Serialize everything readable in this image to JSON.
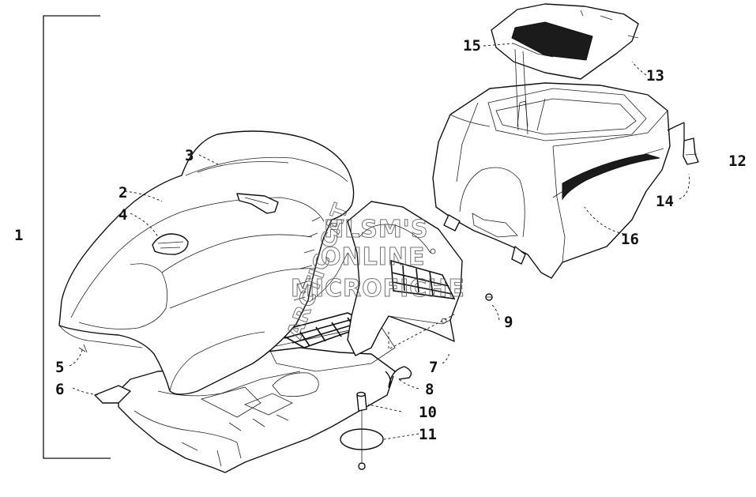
{
  "callouts": [
    "1",
    "2",
    "3",
    "4",
    "5",
    "6",
    "7",
    "8",
    "9",
    "10",
    "11",
    "12",
    "13",
    "14",
    "15",
    "16"
  ],
  "watermark": [
    "ARCTIC CAT",
    "HLSM'S",
    "ONLINE",
    "MICROFICHE"
  ]
}
